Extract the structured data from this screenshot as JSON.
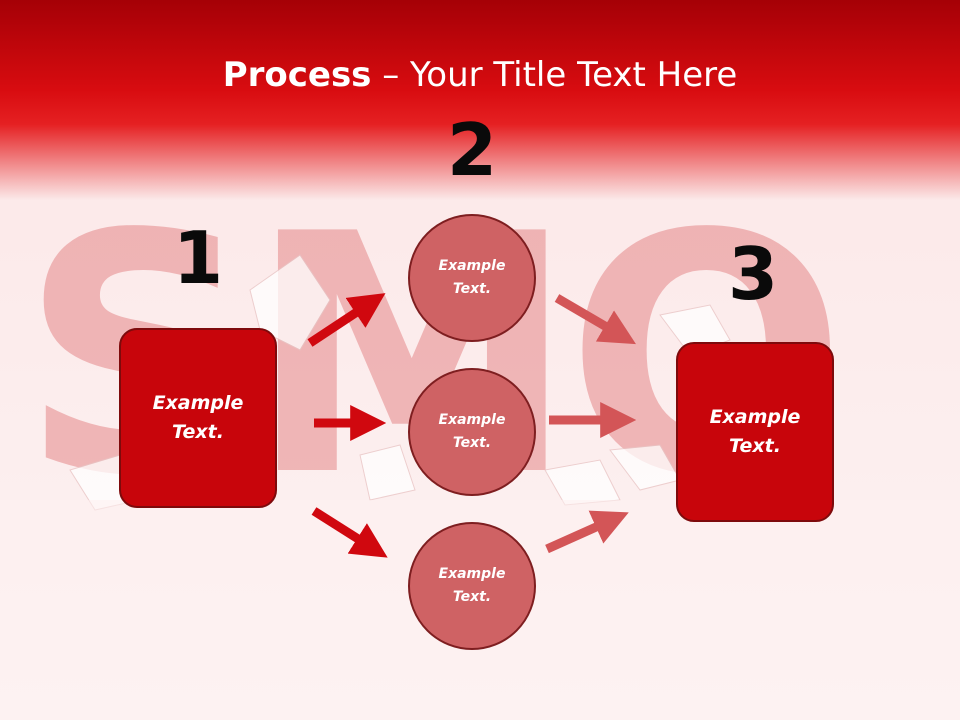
{
  "slide": {
    "title_bold": "Process",
    "title_rest": " – Your Title Text Here",
    "background_word": "SMO"
  },
  "steps": {
    "one": "1",
    "two": "2",
    "three": "3"
  },
  "boxes": {
    "left": [
      "Example",
      "Text."
    ],
    "right": [
      "Example",
      "Text."
    ]
  },
  "circles": [
    [
      "Example",
      "Text."
    ],
    [
      "Example",
      "Text."
    ],
    [
      "Example",
      "Text."
    ]
  ],
  "colors": {
    "header": "#d80c10",
    "box": "#c8050b",
    "circle": "#cf6264",
    "arrow_left": "#d0080f",
    "arrow_right": "#d35557"
  }
}
